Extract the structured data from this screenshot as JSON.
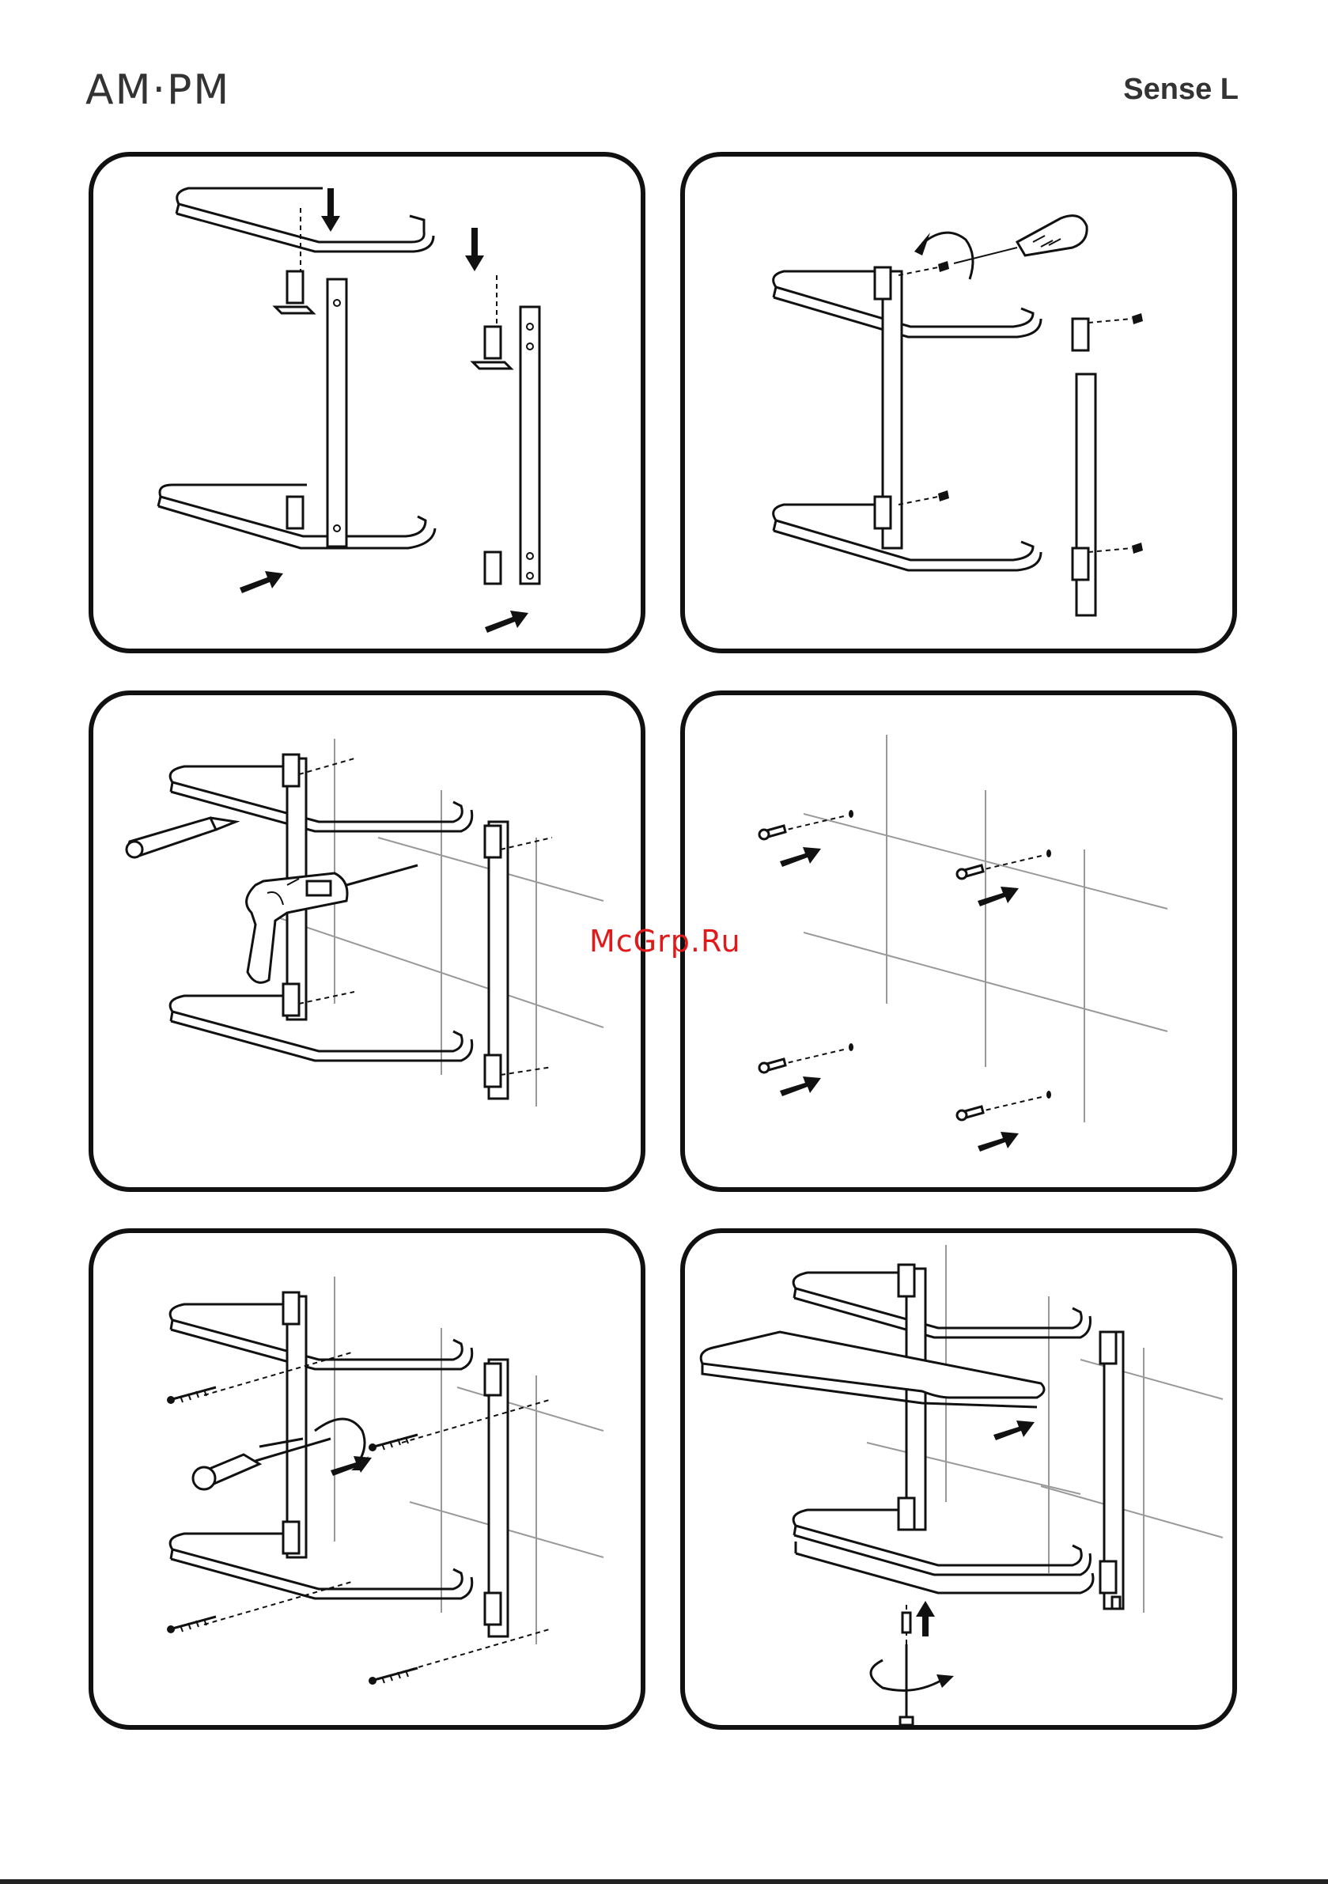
{
  "header": {
    "brand": "AM·PM",
    "model": "Sense L"
  },
  "watermark": "McGrp.Ru",
  "steps": [
    {
      "id": 1,
      "content": "shelf-frames-and-rails"
    },
    {
      "id": 2,
      "content": "screw-tightening"
    },
    {
      "id": 3,
      "content": "drilling-wall"
    },
    {
      "id": 4,
      "content": "inserting-wall-plugs"
    },
    {
      "id": 5,
      "content": "mounting-to-wall"
    },
    {
      "id": 6,
      "content": "inserting-glass-shelf"
    }
  ]
}
